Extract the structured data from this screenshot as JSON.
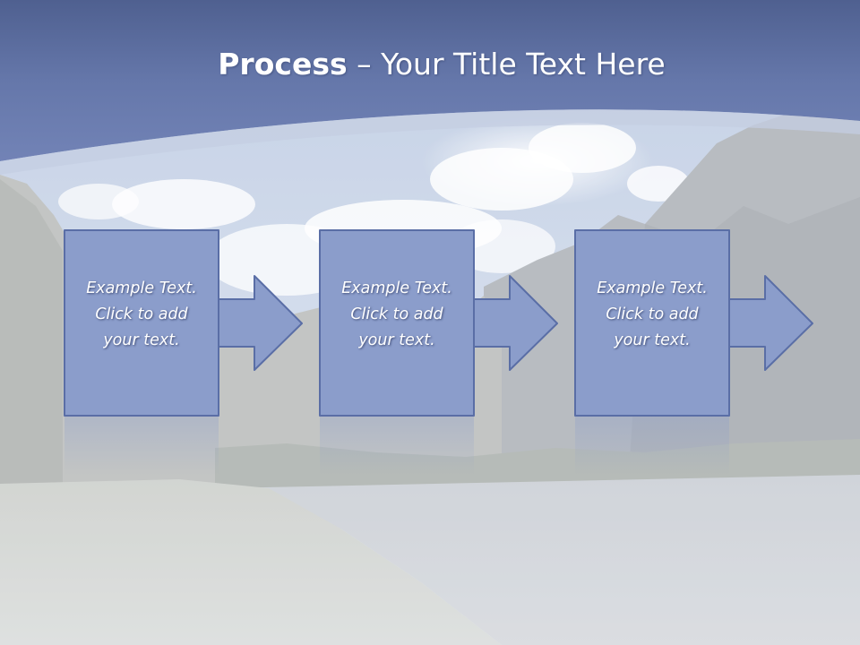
{
  "title": {
    "bold_part": "Process",
    "rest_part": " – Your Title Text Here"
  },
  "steps": [
    {
      "line1": "Example Text.",
      "line2": "Click  to add",
      "line3": "your text."
    },
    {
      "line1": "Example Text.",
      "line2": "Click  to add",
      "line3": "your text."
    },
    {
      "line1": "Example Text.",
      "line2": "Click  to add",
      "line3": "your text."
    }
  ],
  "colors": {
    "header_band": "#6678ac",
    "shape_fill": "#8b9dcb",
    "shape_stroke": "#5a6ea6"
  }
}
